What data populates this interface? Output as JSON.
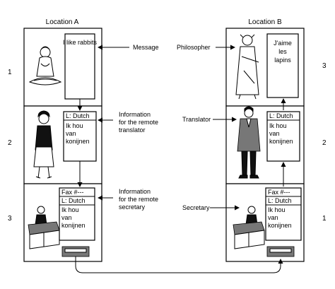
{
  "locations": {
    "a": "Location A",
    "b": "Location B"
  },
  "layers_a": [
    "1",
    "2",
    "3"
  ],
  "layers_b": [
    "3",
    "2",
    "1"
  ],
  "notes_a": {
    "message": "I like rabbits",
    "translator": [
      "L: Dutch",
      "Ik hou",
      "van",
      "konijnen"
    ],
    "secretary": [
      "Fax #---",
      "L: Dutch",
      "Ik hou",
      "van",
      "konijnen"
    ]
  },
  "notes_b": {
    "philosopher": [
      "J'aime",
      "les",
      "lapins"
    ],
    "translator": [
      "L: Dutch",
      "Ik hou",
      "van",
      "konijnen"
    ],
    "secretary": [
      "Fax #---",
      "L: Dutch",
      "Ik hou",
      "van",
      "konijnen"
    ]
  },
  "labels_a": {
    "message": "Message",
    "translator": [
      "Information",
      "for the remote",
      "translator"
    ],
    "secretary": [
      "Information",
      "for the remote",
      "secretary"
    ]
  },
  "labels_b": {
    "philosopher": "Philosopher",
    "translator": "Translator",
    "secretary": "Secretary"
  }
}
